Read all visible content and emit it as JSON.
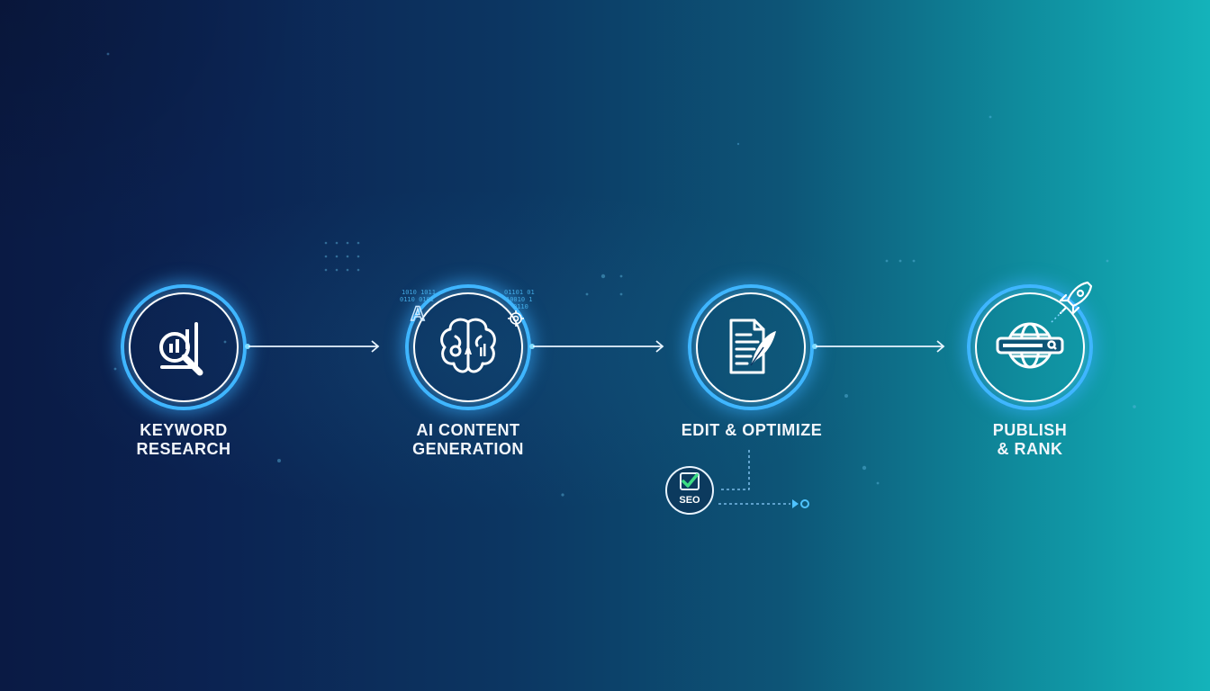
{
  "steps": [
    {
      "id": "keyword-research",
      "label": "KEYWORD\nRESEARCH",
      "icon": "keyword-research-icon"
    },
    {
      "id": "ai-content-generation",
      "label": "AI CONTENT\nGENERATION",
      "icon": "ai-brain-icon"
    },
    {
      "id": "edit-optimize",
      "label": "EDIT & OPTIMIZE",
      "icon": "document-quill-icon"
    },
    {
      "id": "publish-rank",
      "label": "PUBLISH\n& RANK",
      "icon": "globe-search-rocket-icon"
    }
  ],
  "seo_badge": {
    "label": "SEO",
    "icon": "checkbox-check-icon"
  },
  "colors": {
    "ring": "#3fb6ff",
    "text": "#f2f6fb",
    "check": "#3ddc84",
    "background_start": "#0a1a44",
    "background_end": "#14b3ba"
  }
}
